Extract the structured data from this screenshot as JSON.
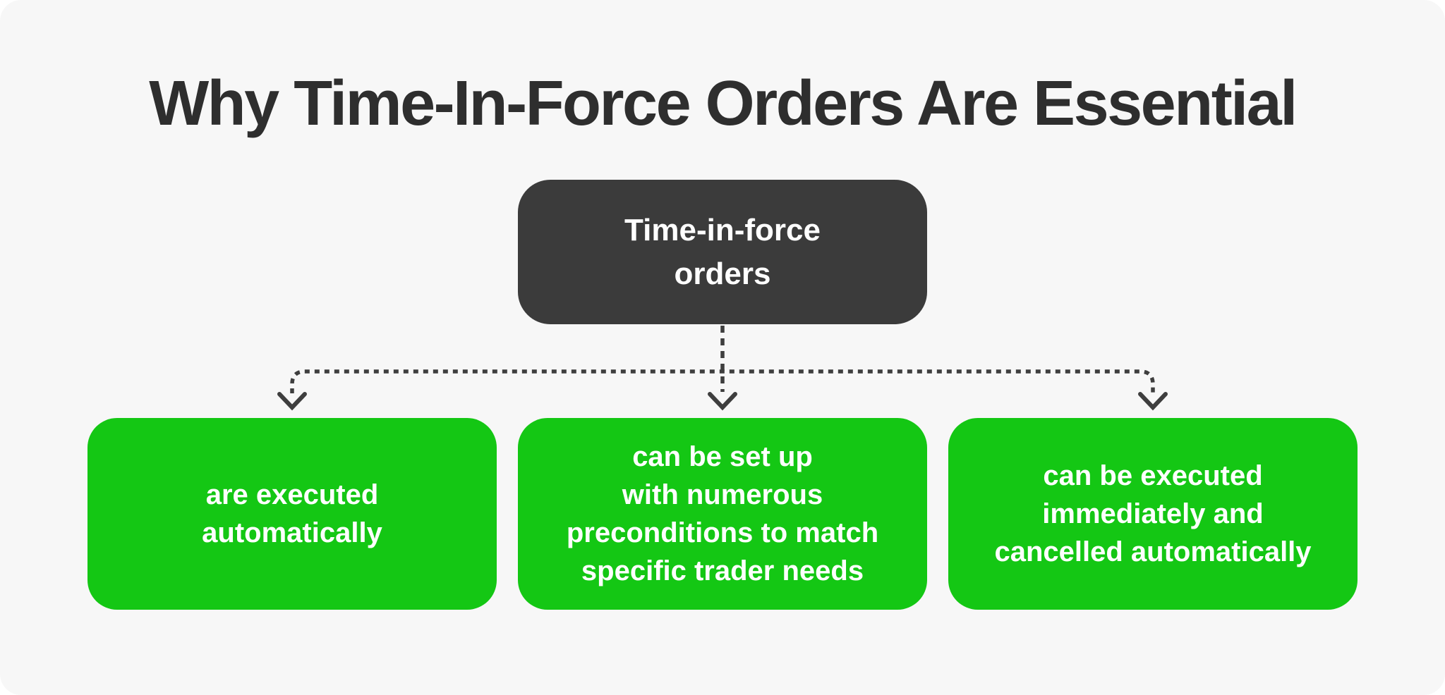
{
  "title": {
    "text": "Why Time-In-Force Orders Are Essential"
  },
  "root_node": {
    "label": "Time-in-force\norders"
  },
  "branches": [
    {
      "label": "are executed\nautomatically"
    },
    {
      "label": "can be set up\nwith numerous\npreconditions to match\nspecific trader needs"
    },
    {
      "label": "can be executed\nimmediately and\ncancelled automatically"
    }
  ],
  "colors": {
    "canvas_background": "#f7f7f7",
    "page_background": "#ffffff",
    "root_node_background": "#3b3b3b",
    "branch_node_background": "#14c714",
    "node_text": "#ffffff",
    "title_text": "#2e2e2e",
    "connector": "#3e3e3e"
  }
}
